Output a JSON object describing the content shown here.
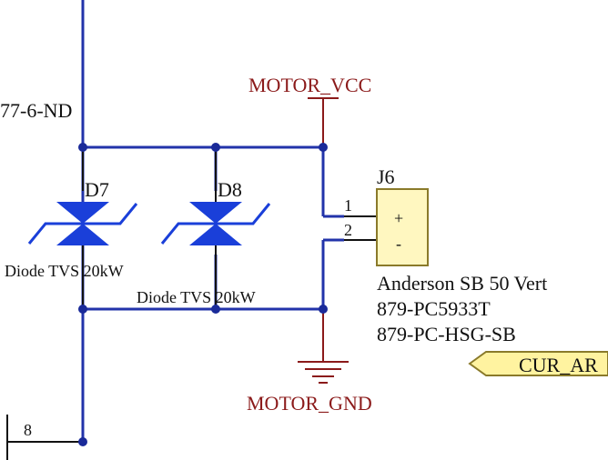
{
  "net_labels": {
    "motor_vcc": "MOTOR_VCC",
    "motor_gnd": "MOTOR_GND",
    "left_net_partial": "77-6-ND",
    "cur_port": "CUR_AR"
  },
  "components": {
    "d7": {
      "designator": "D7",
      "value": "Diode TVS 20kW"
    },
    "d8": {
      "designator": "D8",
      "value": "Diode TVS 20kW"
    },
    "j6": {
      "designator": "J6",
      "description": "Anderson SB 50 Vert",
      "part1": "879-PC5933T",
      "part2": "879-PC-HSG-SB",
      "pin1_number": "1",
      "pin2_number": "2",
      "pin1_sign": "+",
      "pin2_sign": "-"
    },
    "left_pin_number": "8"
  },
  "colors": {
    "wire": "#2233aa",
    "net_text": "#8b1a1a",
    "diode_fill": "#1a3fd9",
    "connector_fill": "#fff7c0",
    "connector_border": "#8a7a2a",
    "port_fill": "#fff3a0",
    "dark": "#111111"
  }
}
